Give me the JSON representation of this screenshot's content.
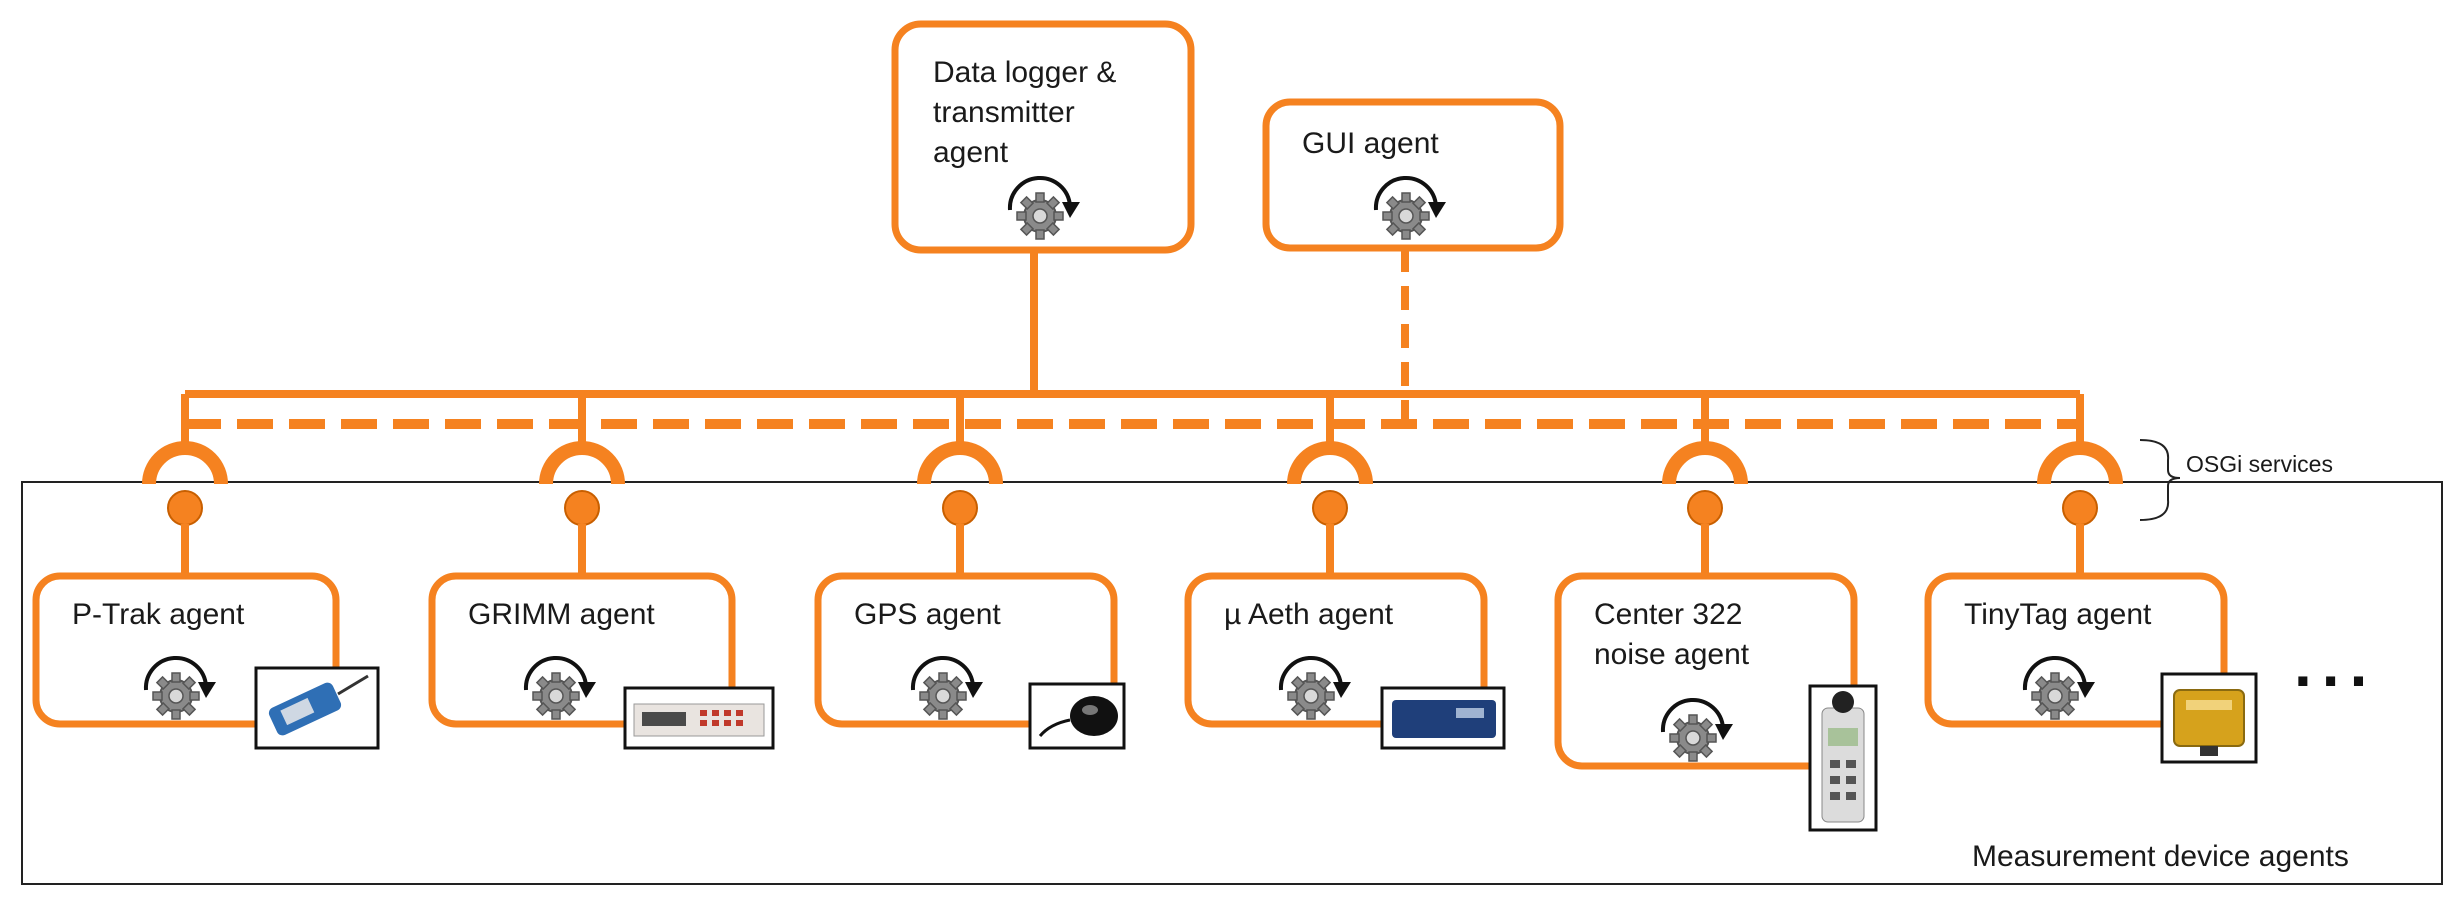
{
  "colors": {
    "orange": "#F58220",
    "orange_light": "#FDBB84",
    "frame": "#222222"
  },
  "top_agents": {
    "logger": {
      "lines": [
        "Data logger &",
        "transmitter",
        "agent"
      ],
      "icon": "gear-rotate-icon"
    },
    "gui": {
      "lines": [
        "GUI agent"
      ],
      "icon": "gear-rotate-icon"
    }
  },
  "device_agents": [
    {
      "lines": [
        "P-Trak agent"
      ],
      "icon": "gear-rotate-icon",
      "device": "ptrak-device-image"
    },
    {
      "lines": [
        "GRIMM agent"
      ],
      "icon": "gear-rotate-icon",
      "device": "grimm-device-image"
    },
    {
      "lines": [
        "GPS agent"
      ],
      "icon": "gear-rotate-icon",
      "device": "gps-device-image"
    },
    {
      "lines": [
        "µ Aeth agent"
      ],
      "icon": "gear-rotate-icon",
      "device": "aeth-device-image"
    },
    {
      "lines": [
        "Center 322",
        "noise agent"
      ],
      "icon": "gear-rotate-icon",
      "device": "noise-meter-image"
    },
    {
      "lines": [
        "TinyTag agent"
      ],
      "icon": "gear-rotate-icon",
      "device": "tinytag-device-image"
    }
  ],
  "osgi_label": "OSGi services",
  "container_label": "Measurement device agents",
  "more_label": "..."
}
